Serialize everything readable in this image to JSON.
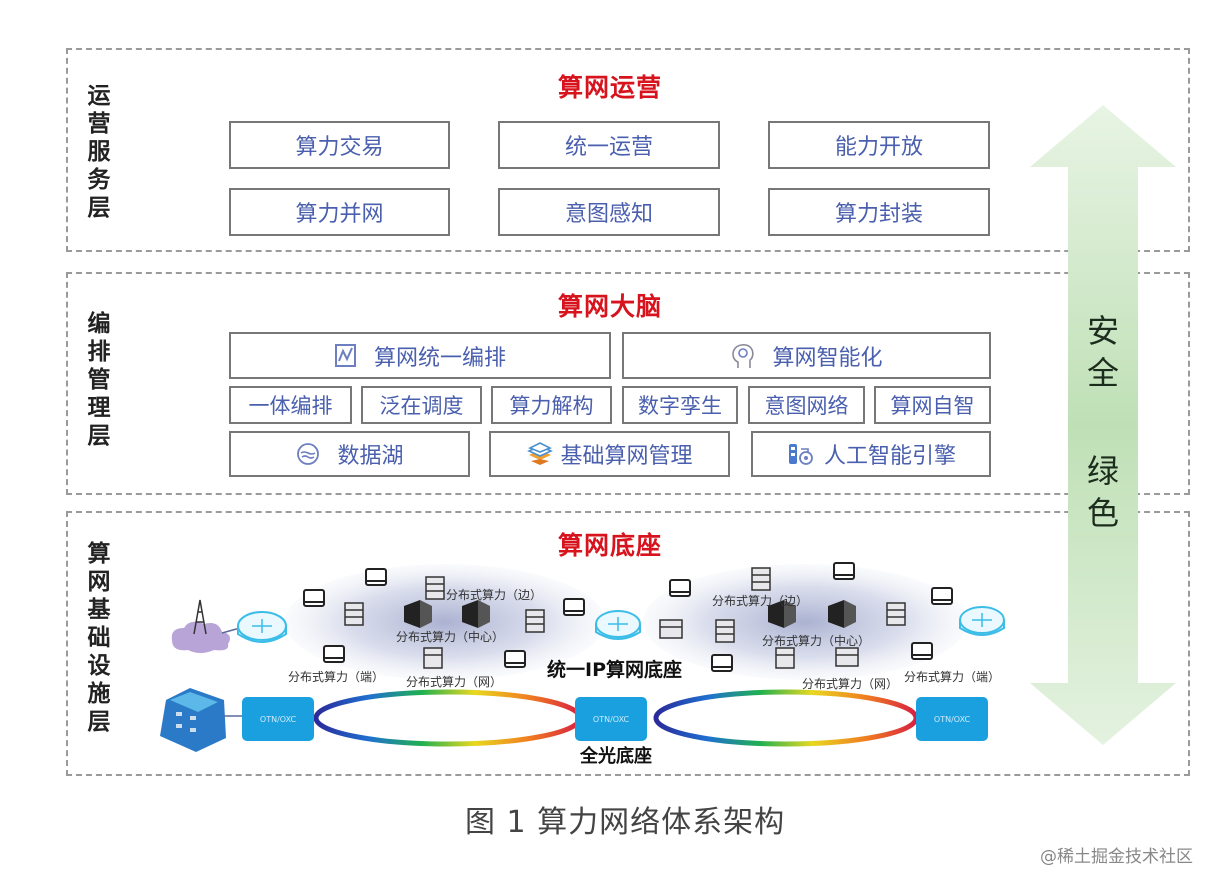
{
  "layers": {
    "operation": {
      "side_label": "运营服务层",
      "title": "算网运营",
      "items": [
        "算力交易",
        "统一运营",
        "能力开放",
        "算力并网",
        "意图感知",
        "算力封装"
      ]
    },
    "orchestration": {
      "side_label": "编排管理层",
      "title": "算网大脑",
      "row1": [
        {
          "label": "算网统一编排",
          "icon": "chart-frame-icon"
        },
        {
          "label": "算网智能化",
          "icon": "ai-head-icon"
        }
      ],
      "row2": [
        "一体编排",
        "泛在调度",
        "算力解构",
        "数字孪生",
        "意图网络",
        "算网自智"
      ],
      "row3": [
        {
          "label": "数据湖",
          "icon": "data-lake-icon"
        },
        {
          "label": "基础算网管理",
          "icon": "layers-icon"
        },
        {
          "label": "人工智能引擎",
          "icon": "ai-engine-icon"
        }
      ]
    },
    "infrastructure": {
      "side_label": "算网基础设施层",
      "title": "算网底座",
      "ip_base_label": "统一IP算网底座",
      "optical_base_label": "全光底座",
      "node_labels": {
        "edge": "分布式算力（边）",
        "center": "分布式算力（中心）",
        "end": "分布式算力（端）",
        "net": "分布式算力（网）"
      },
      "otn_label": "OTN/OXC",
      "antenna_label": "((·))"
    }
  },
  "side_arrow": {
    "line1": "安全",
    "line2": "绿色",
    "color": "#cfe8c8"
  },
  "caption": "图 1 算力网络体系架构",
  "watermark": "@稀土掘金技术社区",
  "colors": {
    "title_red": "#d7141e",
    "box_text_blue": "#4a5fae",
    "otn_blue": "#1aa0de",
    "router_cyan": "#3bbde8"
  }
}
